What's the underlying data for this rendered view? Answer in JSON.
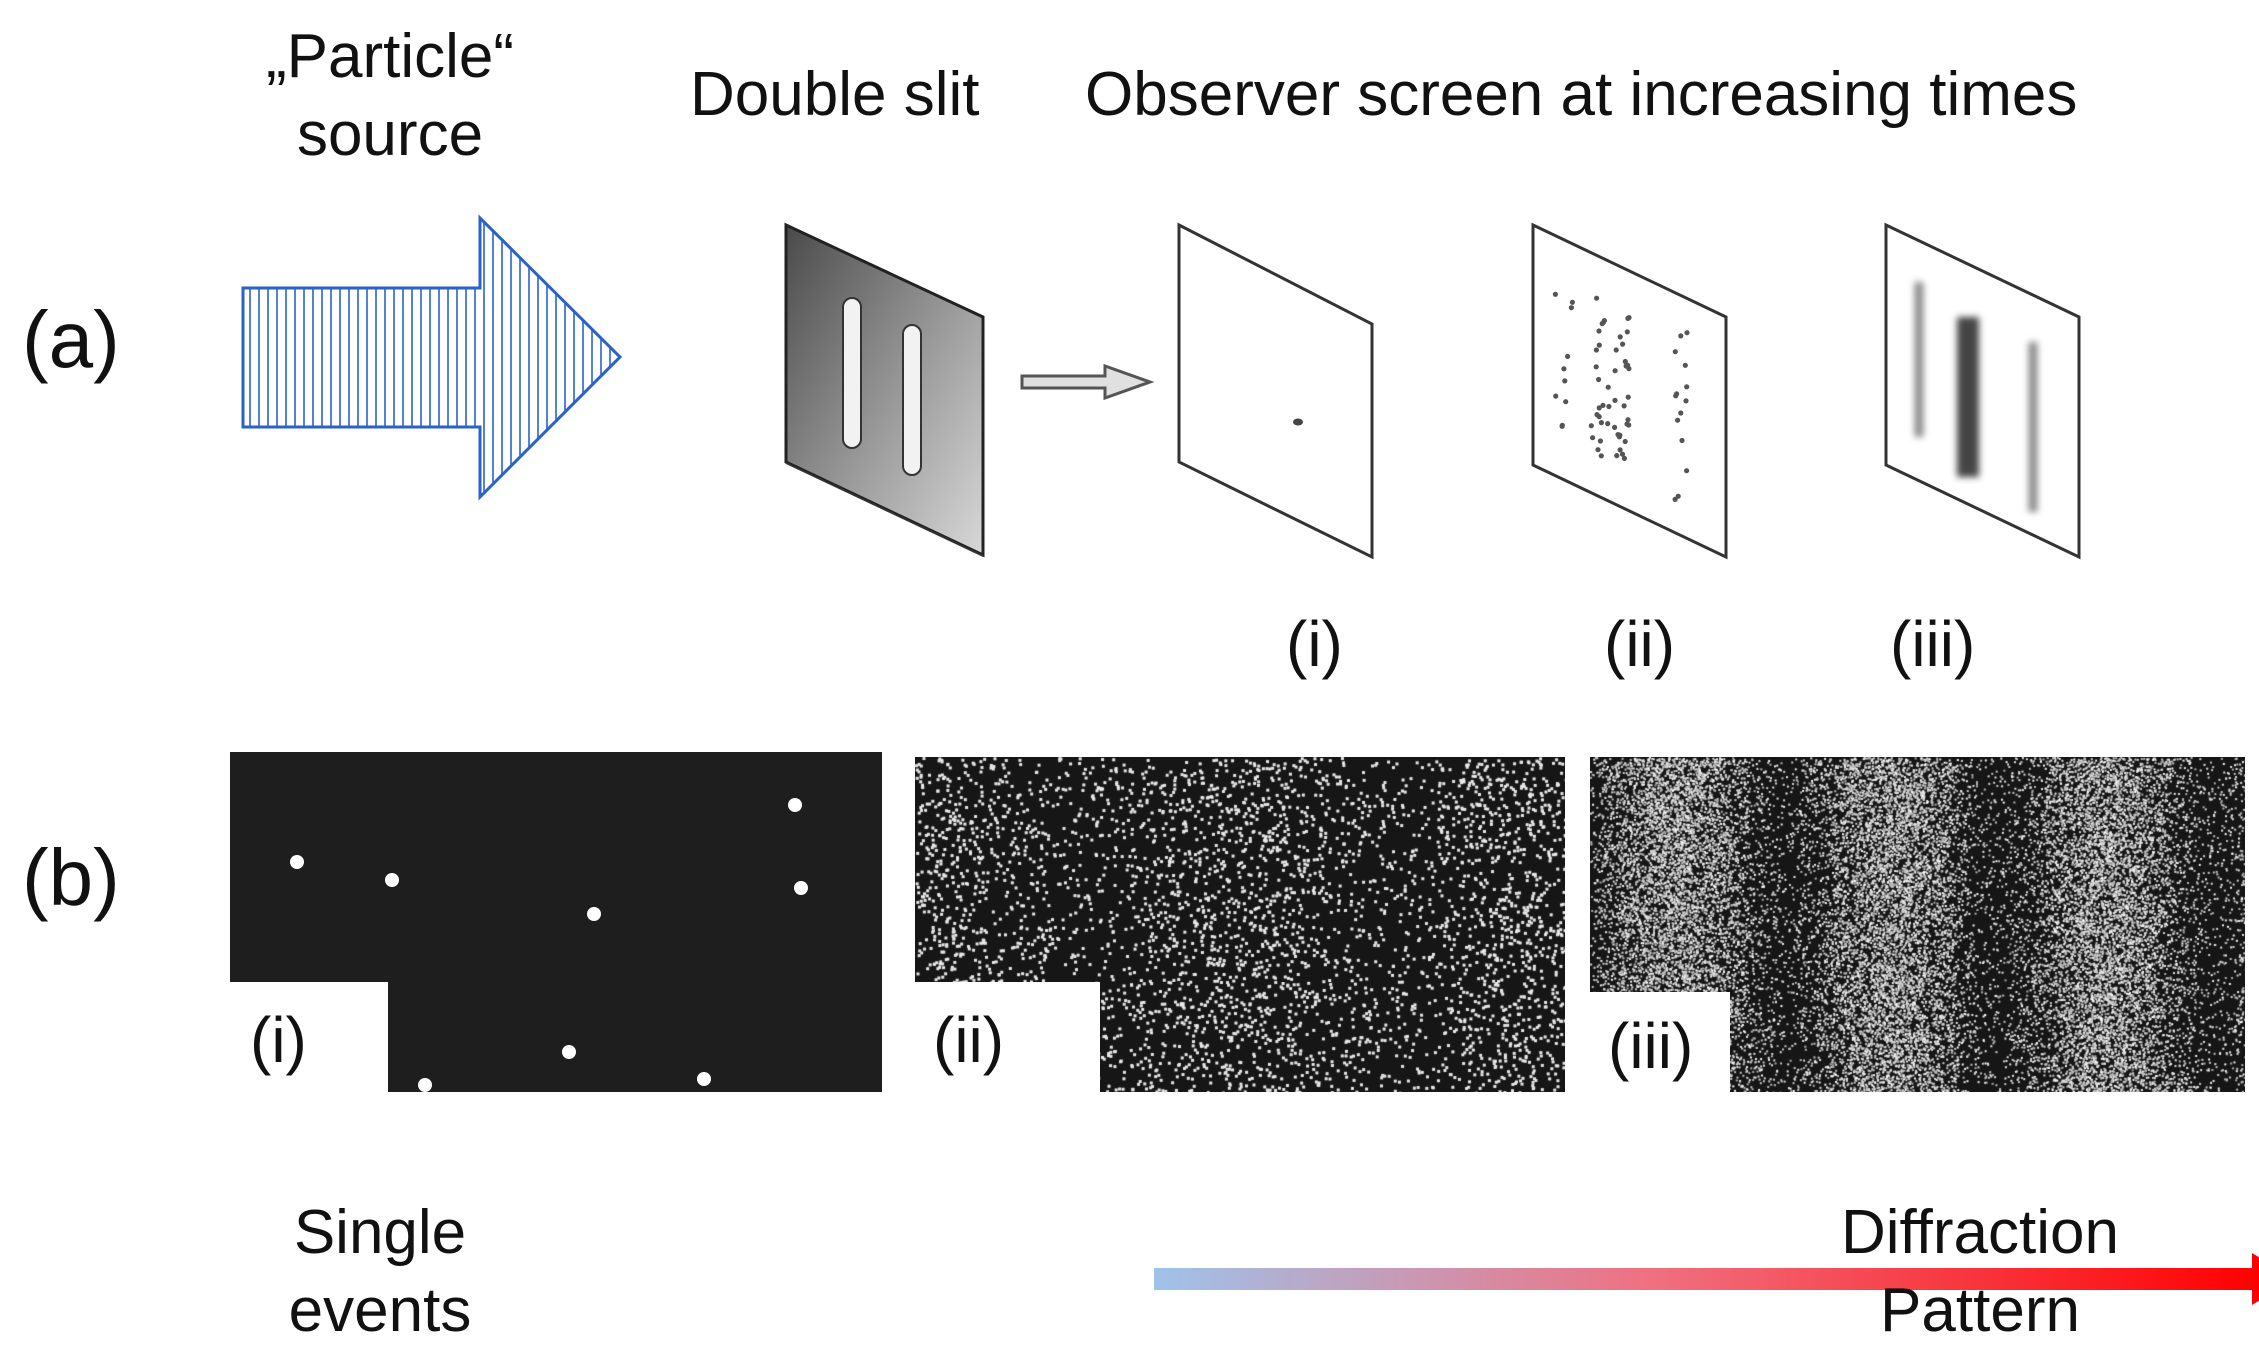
{
  "header": {
    "source_line1": "„Particle“",
    "source_line2": "source",
    "double_slit": "Double slit",
    "observer": "Observer screen at increasing times"
  },
  "panel_a": {
    "letter": "(a)",
    "screens": [
      "(i)",
      "(ii)",
      "(iii)"
    ]
  },
  "panel_b": {
    "letter": "(b)",
    "images": [
      "(i)",
      "(ii)",
      "(iii)"
    ]
  },
  "footer": {
    "left_line1": "Single",
    "left_line2": "events",
    "right_line1": "Diffraction",
    "right_line2": "Pattern"
  },
  "colors": {
    "arrow_stroke": "#2a62c9",
    "gradient_start": "#9fc3ea",
    "gradient_end": "#ff0000"
  }
}
